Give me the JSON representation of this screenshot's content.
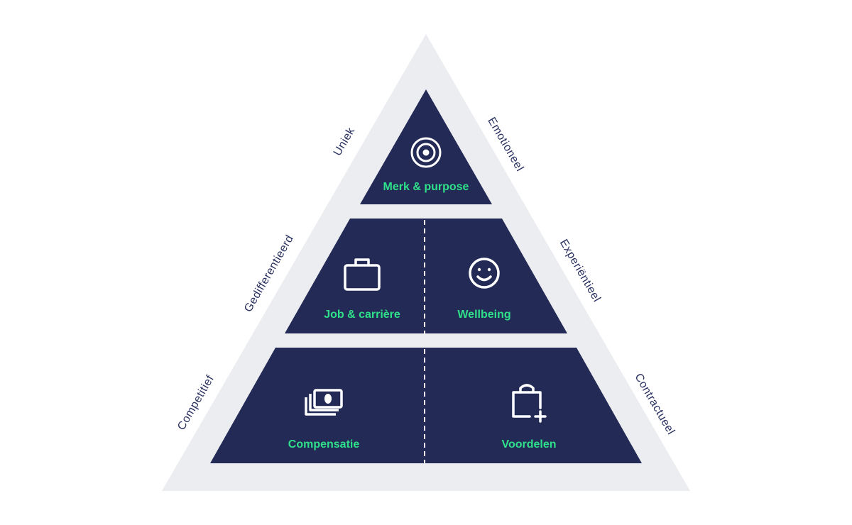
{
  "colors": {
    "outer": "#ecedf1",
    "tier": "#232a55",
    "accent": "#2fe08a",
    "side_text": "#2a3160",
    "icon": "#ffffff"
  },
  "segments": {
    "top": {
      "label": "Merk & purpose",
      "icon": "target-icon"
    },
    "middle_left": {
      "label": "Job & carrière",
      "icon": "briefcase-icon"
    },
    "middle_right": {
      "label": "Wellbeing",
      "icon": "smiley-icon"
    },
    "bottom_left": {
      "label": "Compensatie",
      "icon": "cash-icon"
    },
    "bottom_right": {
      "label": "Voordelen",
      "icon": "bag-plus-icon"
    }
  },
  "side_labels": {
    "left": [
      "Uniek",
      "Gedifferentieerd",
      "Competitief"
    ],
    "right": [
      "Emotioneel",
      "Experiëntieel",
      "Contractueel"
    ]
  }
}
